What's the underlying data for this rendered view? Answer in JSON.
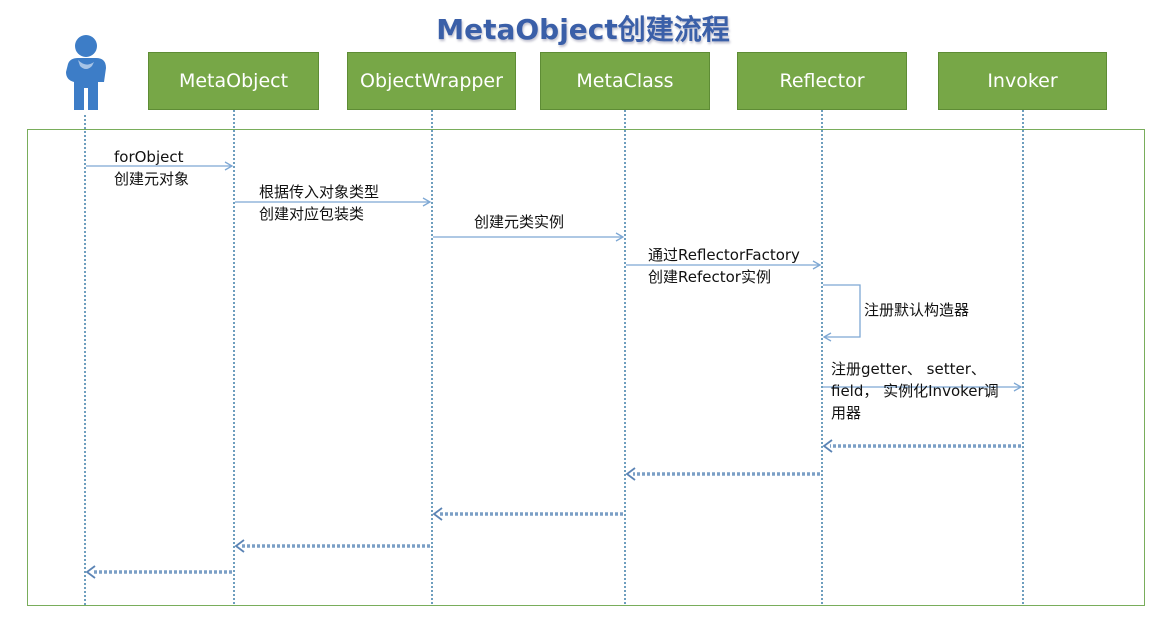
{
  "title": "MetaObject创建流程",
  "actors": [
    {
      "label": "MetaObject"
    },
    {
      "label": "ObjectWrapper"
    },
    {
      "label": "MetaClass"
    },
    {
      "label": "Reflector"
    },
    {
      "label": "Invoker"
    }
  ],
  "messages": {
    "m1_line1": "forObject",
    "m1_line2": "创建元对象",
    "m2_line1": "根据传入对象类型",
    "m2_line2": "创建对应包装类",
    "m3": "创建元类实例",
    "m4_line1": "通过ReflectorFactory",
    "m4_line2": "创建Refector实例",
    "m5": "注册默认构造器",
    "m6_line1": "注册getter、 setter、",
    "m6_line2": "field， 实例化Invoker调",
    "m6_line3": "用器"
  },
  "colors": {
    "title": "#3a5fa8",
    "box_fill": "#77a747",
    "frame_border": "#79ad5b",
    "arrow": "#7ea8d4",
    "return_arrow": "#7b9fc6",
    "lifeline": "#3f7fa8",
    "user_icon": "#3d7dc7"
  }
}
